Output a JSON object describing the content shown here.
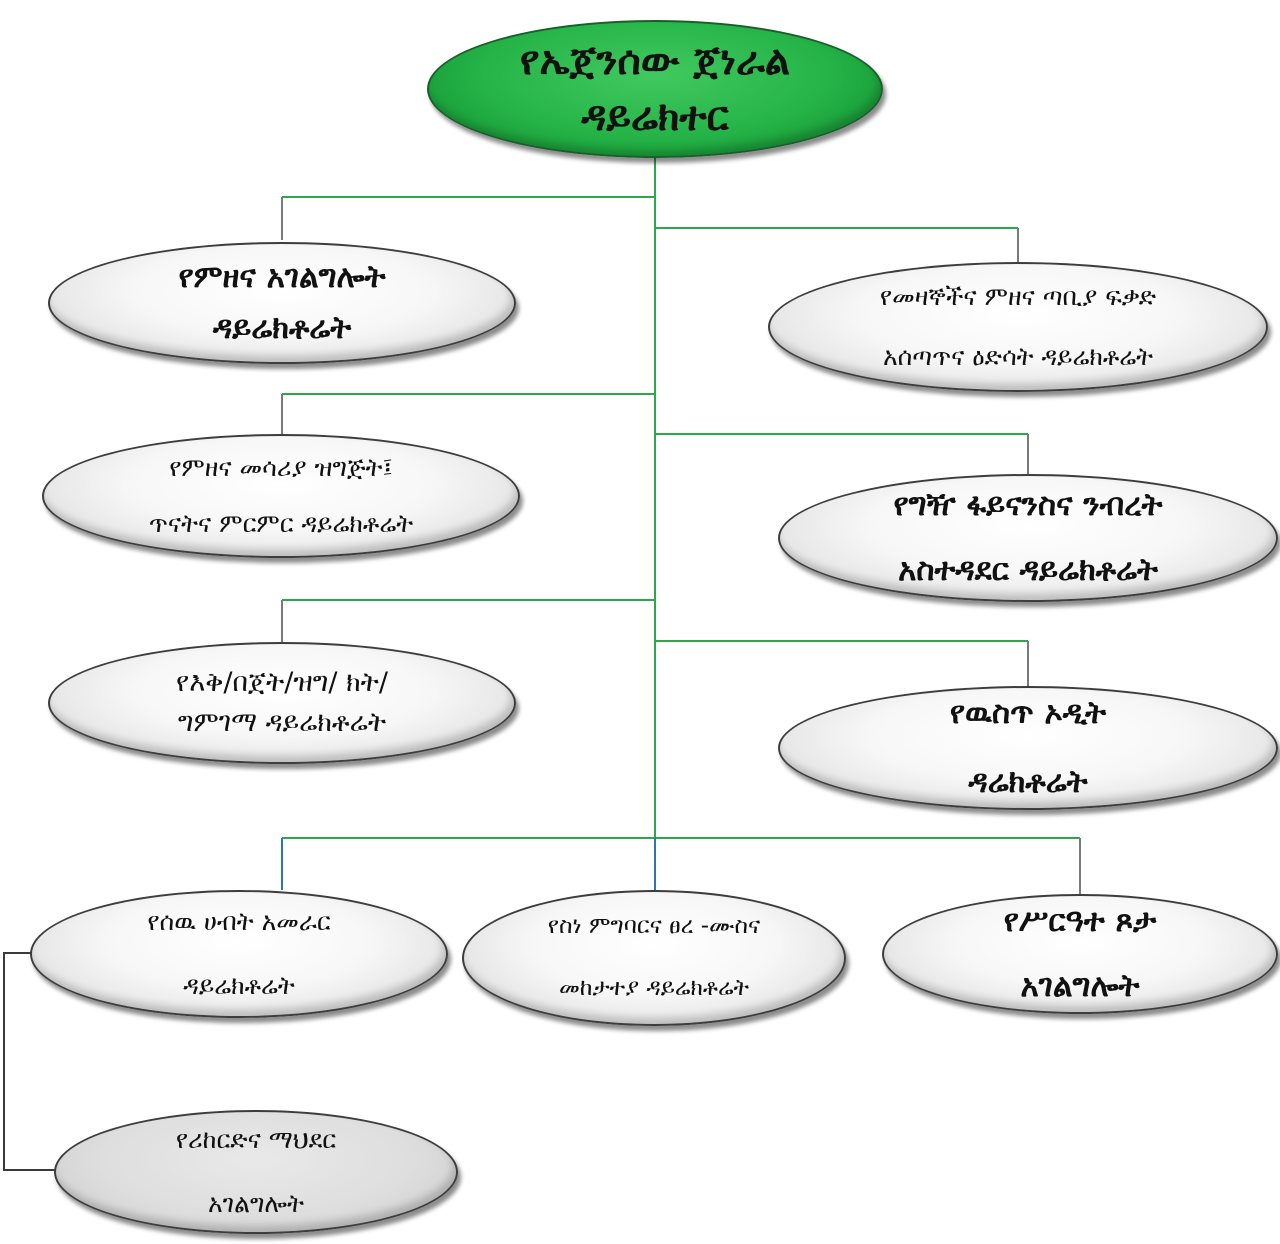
{
  "diagram": {
    "root": {
      "line1": "የኤጀንሰው ጀነራል",
      "line2": "ዳይሬክተር"
    },
    "left_nodes": [
      {
        "line1": "የምዘና አገልግሎት",
        "line2": "ዳይሬክቶሬት"
      },
      {
        "line1": "የምዘና መሳሪያ ዝግጅት፤",
        "line2": "ጥናትና ምርምር ዳይሬክቶሬት"
      },
      {
        "line1": "የእቅ/በጀት/ዝግ/ ክት/",
        "line2": "ግምገማ ዳይሬክቶሬት"
      }
    ],
    "right_nodes": [
      {
        "line1": "የመዛኞችና ምዘና ጣቢያ ፍቃድ",
        "line2": "አሰጣጥና ዕድሳት ዳይሬክቶሬት"
      },
      {
        "line1": "የግዥ ፋይናንስና ንብረት",
        "line2": "አስተዳደር ዳይሬክቶሬት"
      },
      {
        "line1": "የዉስጥ ኦዲት",
        "line2": "ዳሬክቶሬት"
      }
    ],
    "bottom_nodes": [
      {
        "line1": "የሰዉ ሀብት አመራር",
        "line2": "ዳይሬክቶሬት"
      },
      {
        "line1": "የስነ ምግባርና ፀረ -ሙስና",
        "line2": "መከታተያ ዳይሬክቶሬት"
      },
      {
        "line1": "የሥርዓተ ጾታ",
        "line2": "አገልግሎት"
      }
    ],
    "sub_node": {
      "line1": "የሪከርድና ማህደር",
      "line2": "አገልግሎት"
    },
    "colors": {
      "root_fill": "#25b347",
      "connector_green": "#2aa84a",
      "connector_gray": "#7a7a7a",
      "connector_blue": "#2e75b6"
    }
  }
}
